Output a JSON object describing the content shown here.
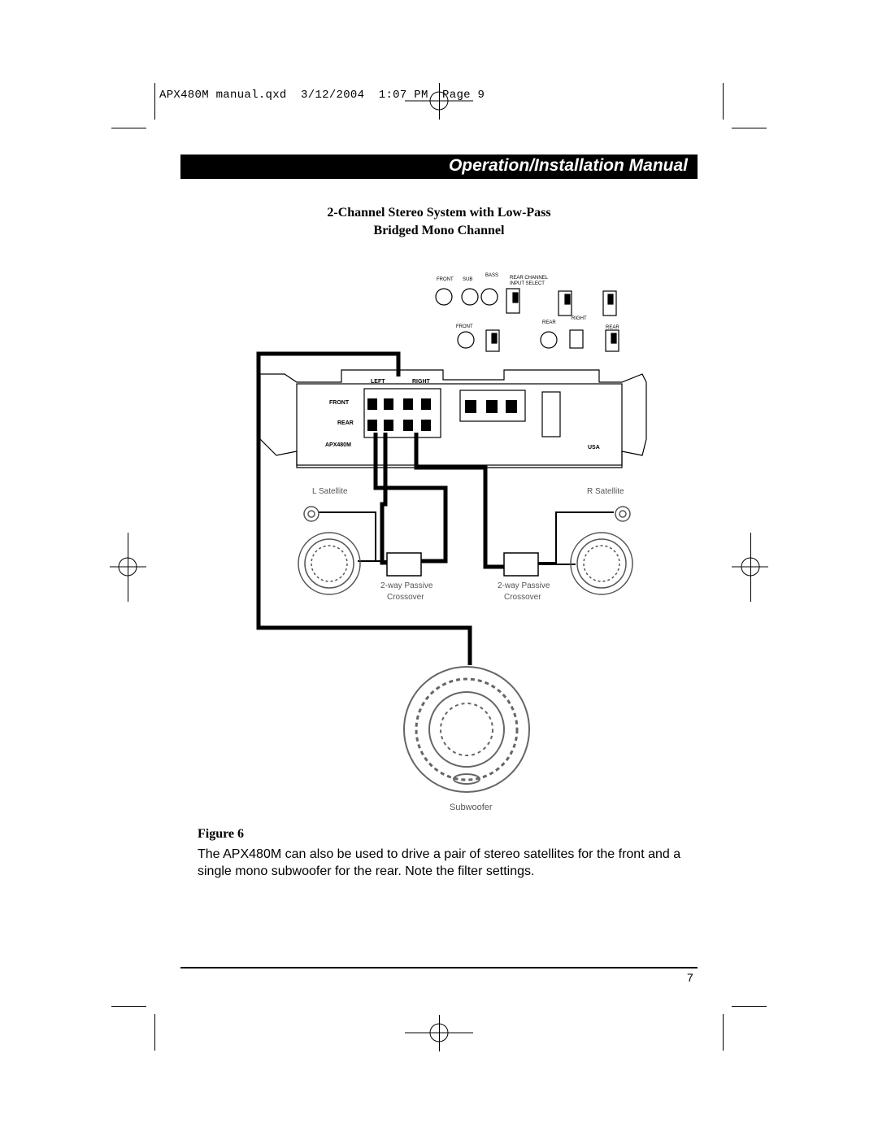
{
  "slug": "APX480M manual.qxd  3/12/2004  1:07 PM  Page 9",
  "banner": {
    "title": "Operation/Installation Manual"
  },
  "section": {
    "title_line1": "2-Channel Stereo System with Low-Pass",
    "title_line2": "Bridged Mono Channel"
  },
  "diagram": {
    "left_satellite": "L Satellite",
    "right_satellite": "R Satellite",
    "crossover_line1": "2-way Passive",
    "crossover_line2": "Crossover",
    "subwoofer": "Subwoofer",
    "amp_front": "FRONT",
    "amp_rear": "REAR",
    "amp_left": "LEFT",
    "amp_right": "RIGHT",
    "amp_model": "APX480M",
    "amp_usa": "USA"
  },
  "figure_label": "Figure 6",
  "body_text": "The APX480M can also be used to drive a pair of stereo satellites for the front and a single mono subwoofer for the rear. Note the filter settings.",
  "page_number": "7"
}
